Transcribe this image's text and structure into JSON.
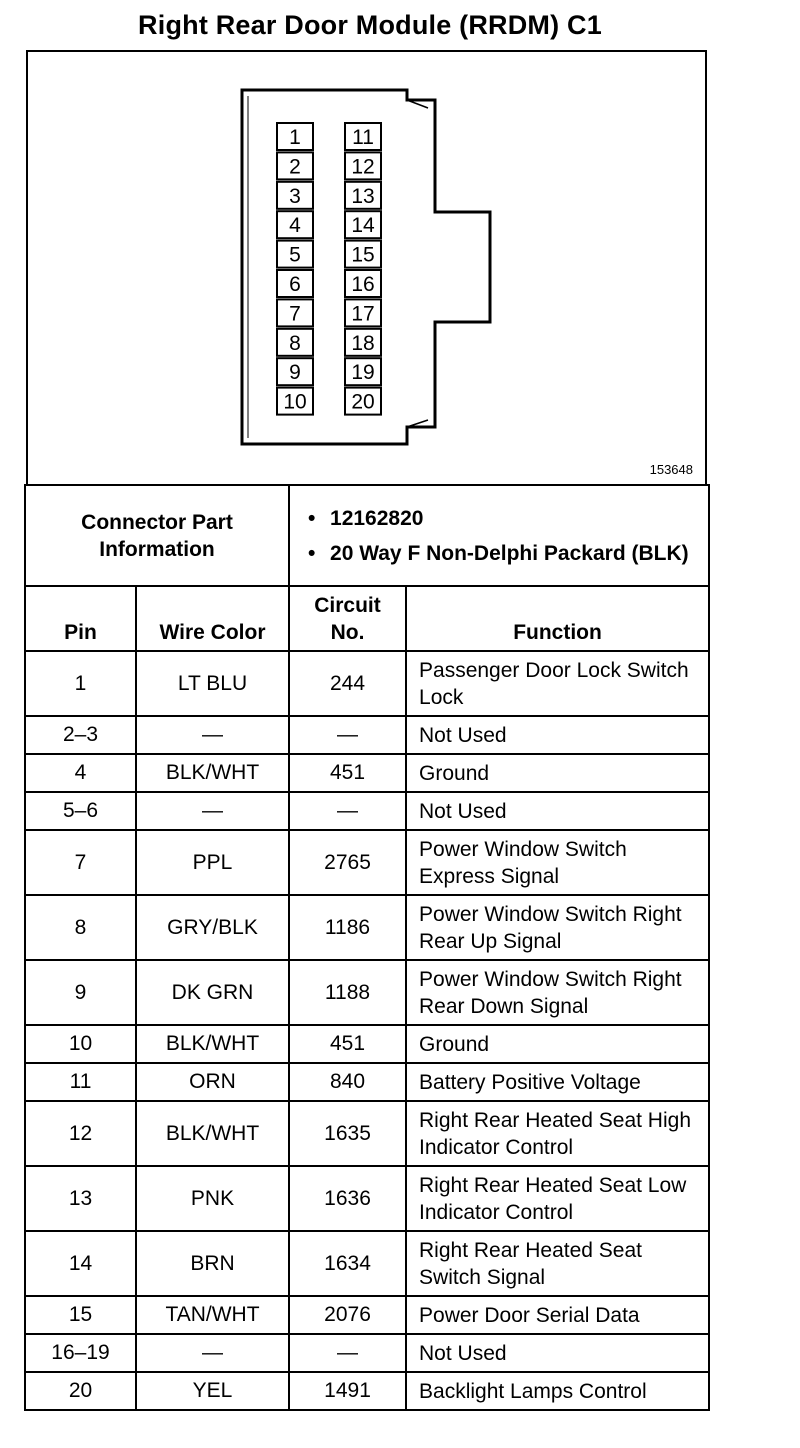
{
  "title": "Right Rear Door Module (RRDM) C1",
  "diagram": {
    "pins_left": [
      "1",
      "2",
      "3",
      "4",
      "5",
      "6",
      "7",
      "8",
      "9",
      "10"
    ],
    "pins_right": [
      "11",
      "12",
      "13",
      "14",
      "15",
      "16",
      "17",
      "18",
      "19",
      "20"
    ],
    "figure_number": "153648"
  },
  "connector_info": {
    "label": "Connector Part Information",
    "items": [
      "12162820",
      "20 Way F Non-Delphi Packard (BLK)"
    ]
  },
  "columns": {
    "pin": "Pin",
    "wire_color": "Wire Color",
    "circuit_no": "Circuit No.",
    "function": "Function"
  },
  "rows": [
    {
      "pin": "1",
      "wire": "LT BLU",
      "circuit": "244",
      "function": "Passenger Door Lock Switch Lock"
    },
    {
      "pin": "2–3",
      "wire": "—",
      "circuit": "—",
      "function": "Not Used"
    },
    {
      "pin": "4",
      "wire": "BLK/WHT",
      "circuit": "451",
      "function": "Ground"
    },
    {
      "pin": "5–6",
      "wire": "—",
      "circuit": "—",
      "function": "Not Used"
    },
    {
      "pin": "7",
      "wire": "PPL",
      "circuit": "2765",
      "function": "Power Window Switch Express Signal"
    },
    {
      "pin": "8",
      "wire": "GRY/BLK",
      "circuit": "1186",
      "function": "Power Window Switch Right Rear Up Signal"
    },
    {
      "pin": "9",
      "wire": "DK GRN",
      "circuit": "1188",
      "function": "Power Window Switch Right Rear Down Signal"
    },
    {
      "pin": "10",
      "wire": "BLK/WHT",
      "circuit": "451",
      "function": "Ground"
    },
    {
      "pin": "11",
      "wire": "ORN",
      "circuit": "840",
      "function": "Battery Positive Voltage"
    },
    {
      "pin": "12",
      "wire": "BLK/WHT",
      "circuit": "1635",
      "function": "Right Rear Heated Seat High Indicator Control"
    },
    {
      "pin": "13",
      "wire": "PNK",
      "circuit": "1636",
      "function": "Right Rear Heated Seat Low Indicator Control"
    },
    {
      "pin": "14",
      "wire": "BRN",
      "circuit": "1634",
      "function": "Right Rear Heated Seat Switch Signal"
    },
    {
      "pin": "15",
      "wire": "TAN/WHT",
      "circuit": "2076",
      "function": "Power Door Serial Data"
    },
    {
      "pin": "16–19",
      "wire": "—",
      "circuit": "—",
      "function": "Not Used"
    },
    {
      "pin": "20",
      "wire": "YEL",
      "circuit": "1491",
      "function": "Backlight Lamps Control"
    }
  ]
}
